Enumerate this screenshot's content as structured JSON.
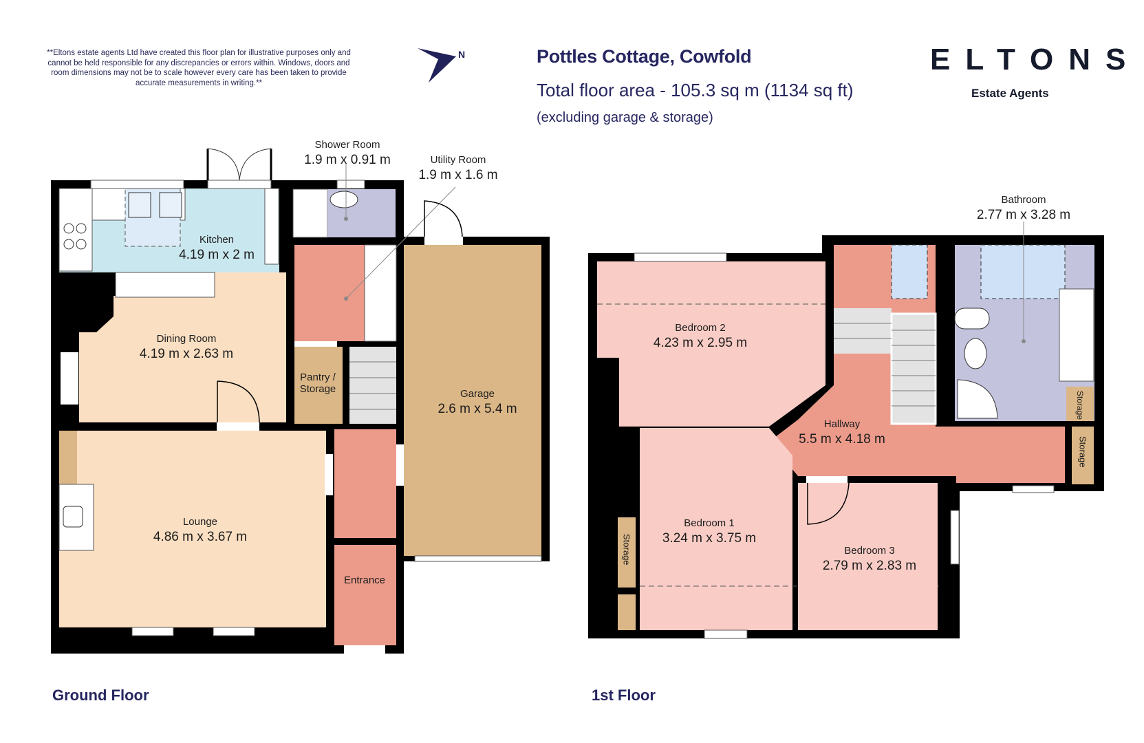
{
  "header": {
    "disclaimer": "**Eltons estate agents Ltd have created this floor plan for illustrative purposes only and cannot be held responsible for any discrepancies or errors within. Windows, doors and room dimensions may not be to scale however every care has been taken to provide accurate measurements in writing.**",
    "compass_label": "N",
    "property_title": "Pottles Cottage, Cowfold",
    "total_area": "Total floor area - 105.3  sq m (1134 sq ft)",
    "area_note": "(excluding garage & storage)",
    "brand_name": "ELTONS",
    "brand_tagline": "Estate Agents"
  },
  "colors": {
    "wall": "#000000",
    "kitchen": "#c9e7ee",
    "living": "#fadfc2",
    "hall": "#ec9b8b",
    "storage": "#dbb787",
    "bathroom": "#c3c3dd",
    "bedroom": "#f9cdc6",
    "skylight": "#cfe1f7",
    "stairs": "#e3e3e3",
    "text_navy": "#262660"
  },
  "ground_floor": {
    "label": "Ground Floor",
    "rooms": [
      {
        "name": "Kitchen",
        "dimensions": "4.19 m x 2 m"
      },
      {
        "name": "Shower Room",
        "dimensions": "1.9 m x 0.91 m"
      },
      {
        "name": "Utility Room",
        "dimensions": "1.9 m x 1.6 m"
      },
      {
        "name": "Dining Room",
        "dimensions": "4.19 m x 2.63 m"
      },
      {
        "name": "Pantry / Storage",
        "dimensions": ""
      },
      {
        "name": "Garage",
        "dimensions": "2.6 m x 5.4 m"
      },
      {
        "name": "Lounge",
        "dimensions": "4.86 m x 3.67 m"
      },
      {
        "name": "Entrance",
        "dimensions": ""
      }
    ]
  },
  "first_floor": {
    "label": "1st Floor",
    "rooms": [
      {
        "name": "Bathroom",
        "dimensions": "2.77 m x 3.28 m"
      },
      {
        "name": "Bedroom 2",
        "dimensions": "4.23 m x 2.95 m"
      },
      {
        "name": "Hallway",
        "dimensions": "5.5 m x 4.18 m"
      },
      {
        "name": "Bedroom 1",
        "dimensions": "3.24 m x 3.75 m"
      },
      {
        "name": "Bedroom 3",
        "dimensions": "2.79 m x 2.83 m"
      },
      {
        "name": "Storage",
        "dimensions": ""
      },
      {
        "name": "Storage",
        "dimensions": ""
      },
      {
        "name": "Storage",
        "dimensions": ""
      }
    ]
  }
}
